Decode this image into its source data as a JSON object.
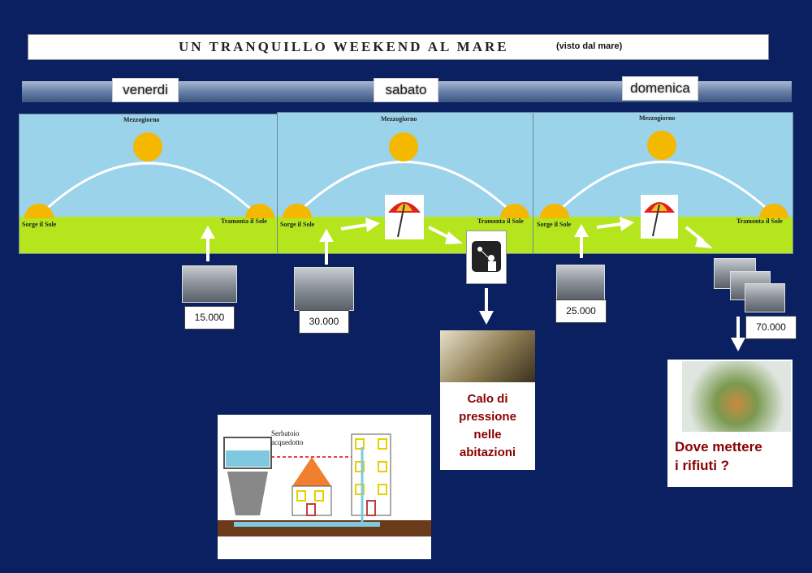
{
  "header": {
    "title": "UN TRANQUILLO WEEKEND AL MARE",
    "subtitle": "(visto dal mare)"
  },
  "days": [
    {
      "name": "venerdi",
      "count": "15.000"
    },
    {
      "name": "sabato",
      "count": "30.000"
    },
    {
      "name": "domenica",
      "count": "25.000"
    }
  ],
  "sun_labels": {
    "noon": "Mezzogiorno",
    "rise": "Sorge il Sole",
    "set": "Tramonta il Sole"
  },
  "sunday_extra_count": "70.000",
  "pressure_card": {
    "line1": "Calo di",
    "line2": "pressione",
    "line3": "nelle",
    "line4": "abitazioni"
  },
  "waste_card": {
    "line1": "Dove mettere",
    "line2": "i rifiuti ?"
  },
  "water_diagram": {
    "label1": "Serbatoio",
    "label2": "acquedotto"
  },
  "colors": {
    "background": "#0a2060",
    "sky": "#9ad3ea",
    "grass": "#b5e61d",
    "sun": "#f5b800",
    "alert_text": "#8b0000"
  },
  "icons": [
    "sun-icon",
    "beach-umbrella-icon",
    "shower-icon",
    "traffic-photo",
    "faucet-photo",
    "waste-photo"
  ]
}
